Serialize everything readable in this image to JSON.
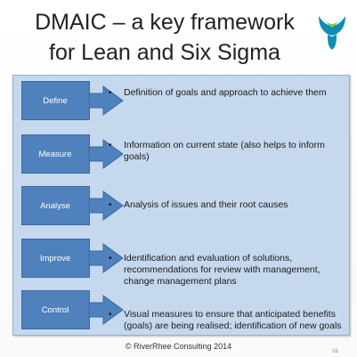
{
  "slide": {
    "title_line1": "DMAIC – a key framework",
    "title_line2": "for Lean and Six Sigma",
    "logo_icon": "riverrhee-logo-icon",
    "colors": {
      "panel": "#c6d8ee",
      "step_box": "#4f81bd",
      "step_border": "#3a6aa4",
      "logo_teal": "#0f8db3",
      "logo_green": "#8dc63f"
    },
    "steps": [
      {
        "label": "Define",
        "description": "Definition of goals and approach to achieve them"
      },
      {
        "label": "Measure",
        "description": "Information on current state (also helps to inform goals)"
      },
      {
        "label": "Analyse",
        "description": "Analysis of issues and their root causes"
      },
      {
        "label": "Improve",
        "description": "Identification and evaluation of solutions, recommendations for review with management, change management plans"
      },
      {
        "label": "Control",
        "description": "Visual measures to ensure that anticipated benefits (goals) are being realised; identification of new goals"
      }
    ],
    "bullet": "•",
    "footer": "© RiverRhee Consulting 2014",
    "page_number": "16"
  }
}
